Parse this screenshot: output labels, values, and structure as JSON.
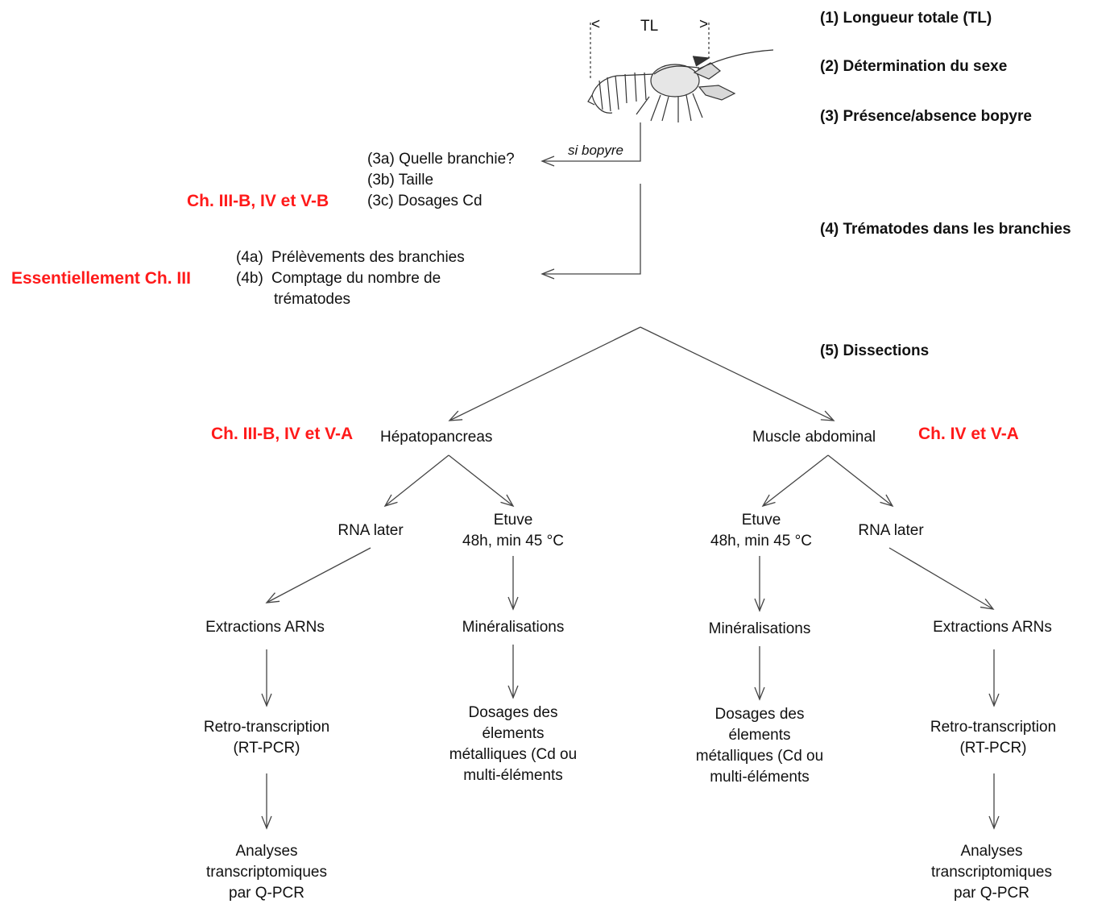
{
  "steps": {
    "s1": "(1) Longueur totale (TL)",
    "s2": "(2) Détermination du sexe",
    "s3": "(3) Présence/absence bopyre",
    "s4": "(4) Trématodes dans les branchies",
    "s5": "(5) Dissections"
  },
  "tl_label": "TL",
  "tl_arrow_left": "<",
  "tl_arrow_right": ">",
  "bopyre_condition": "si bopyre",
  "bopyre_items": {
    "a_label": "(3a)",
    "a_text": "Quelle branchie?",
    "b_label": "(3b)",
    "b_text": "Taille",
    "c_label": "(3c)",
    "c_text": "Dosages Cd"
  },
  "trematode_items": {
    "a_label": "(4a)",
    "a_text": "Prélèvements des branchies",
    "b_label": "(4b)",
    "b_text_1": "Comptage du nombre de",
    "b_text_2": "trématodes"
  },
  "chapters": {
    "bopyre": "Ch. III-B,  IV et V-B",
    "trematodes": "Essentiellement Ch. III",
    "hepato": "Ch. III-B,  IV et V-A",
    "muscle": "Ch. IV et V-A"
  },
  "tissues": {
    "left": "Hépatopancreas",
    "right": "Muscle abdominal"
  },
  "branches": {
    "rna": "RNA later",
    "etuve_1": "Etuve",
    "etuve_2": "48h, min 45 °C",
    "extractions": "Extractions ARNs",
    "mineral": "Minéralisations",
    "rt_1": "Retro-transcription",
    "rt_2": "(RT-PCR)",
    "dosage_1": "Dosages des",
    "dosage_2": "élements",
    "dosage_3": "métalliques (Cd ou",
    "dosage_4": "multi-éléments",
    "analyse_1": "Analyses",
    "analyse_2": "transcriptomiques",
    "analyse_3": "par Q-PCR"
  },
  "colors": {
    "chapter": "#ff1a1a",
    "text": "#111111",
    "line": "#444444"
  }
}
